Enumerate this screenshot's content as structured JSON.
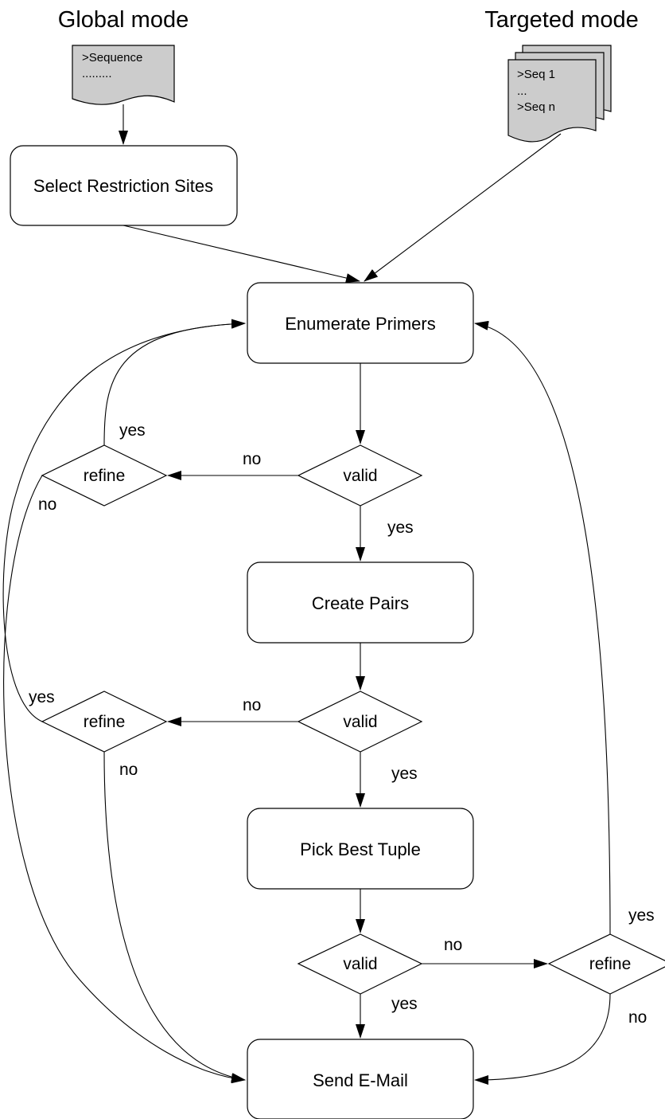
{
  "titles": {
    "global_mode": "Global mode",
    "targeted_mode": "Targeted mode"
  },
  "documents": {
    "single": {
      "line1": ">Sequence",
      "line2": "........."
    },
    "multi": {
      "line1": ">Seq 1",
      "line2": "...",
      "line3": ">Seq n"
    }
  },
  "process": {
    "select_sites": "Select Restriction Sites",
    "enumerate_primers": "Enumerate Primers",
    "create_pairs": "Create Pairs",
    "pick_best_tuple": "Pick Best Tuple",
    "send_email": "Send E-Mail"
  },
  "decisions": {
    "valid_1": "valid",
    "valid_2": "valid",
    "valid_3": "valid",
    "refine_1": "refine",
    "refine_2": "refine",
    "refine_3": "refine"
  },
  "edge_labels": {
    "valid1_no": "no",
    "valid1_yes": "yes",
    "refine1_yes": "yes",
    "refine1_no": "no",
    "valid2_no": "no",
    "valid2_yes": "yes",
    "refine2_yes": "yes",
    "refine2_no": "no",
    "valid3_no": "no",
    "valid3_yes": "yes",
    "refine3_yes": "yes",
    "refine3_no": "no"
  },
  "colors": {
    "document_fill": "#cccccc",
    "stroke": "#000000",
    "background": "#ffffff"
  }
}
